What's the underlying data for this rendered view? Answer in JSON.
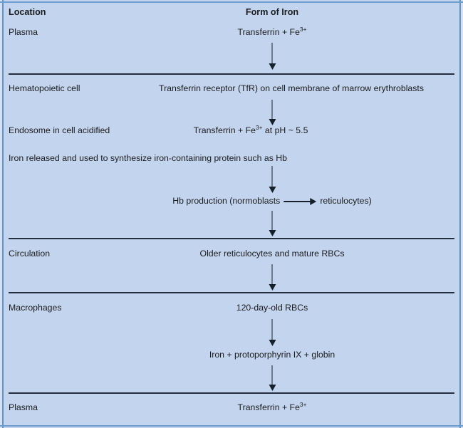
{
  "figure": {
    "type": "flow-diagram",
    "title": "Iron cycle flow chart",
    "background_color": "#c3d4ee",
    "border_color": "#5f93c6",
    "line_color": "#232f3e",
    "text_color": "#1b1b1b"
  },
  "headers": {
    "location": "Location",
    "form_of_iron": "Form of Iron"
  },
  "rows": [
    {
      "location": "Plasma",
      "form": "Transferrin + Fe",
      "form_sup": "3+"
    },
    {
      "location": "Hematopoietic cell",
      "form": "Transferrin receptor (TfR) on cell membrane of marrow erythroblasts"
    },
    {
      "location": "Endosome in cell acidified",
      "form_a": "Transferrin + Fe",
      "form_sup": "3+",
      "form_b": " at pH ~ 5.5"
    },
    {
      "note": "Iron released and used to synthesize iron-containing protein such as Hb"
    },
    {
      "form_a": "Hb production (normoblasts",
      "form_b": "reticulocytes)"
    },
    {
      "location": "Circulation",
      "form": "Older reticulocytes and mature RBCs"
    },
    {
      "location": "Macrophages",
      "form": "120-day-old RBCs"
    },
    {
      "form": "Iron + protoporphyrin IX + globin"
    },
    {
      "location": "Plasma",
      "form": "Transferrin + Fe",
      "form_sup": "3+"
    }
  ],
  "labels": {
    "plasma_top": "Plasma",
    "hematopoietic_cell": "Hematopoietic cell",
    "endosome": "Endosome in cell acidified",
    "circulation": "Circulation",
    "macrophages": "Macrophages",
    "plasma_bottom": "Plasma"
  },
  "forms": {
    "transferrin_fe_top": "Transferrin + Fe",
    "transferrin_fe_top_sup": "3+",
    "tfr_receptor": "Transferrin receptor (TfR) on cell membrane of marrow erythroblasts",
    "transferrin_fe_ph_a": "Transferrin + Fe",
    "transferrin_fe_ph_sup": "3+",
    "transferrin_fe_ph_b": "at pH ~ 5.5",
    "iron_released": "Iron released and used to synthesize iron-containing protein such as Hb",
    "hb_production_a": "Hb production (normoblasts",
    "hb_production_b": "reticulocytes)",
    "older_retic": "Older reticulocytes and mature RBCs",
    "rbc_120": "120-day-old RBCs",
    "iron_proto_globin": "Iron + protoporphyrin IX + globin",
    "transferrin_fe_bottom": "Transferrin + Fe",
    "transferrin_fe_bottom_sup": "3+"
  }
}
